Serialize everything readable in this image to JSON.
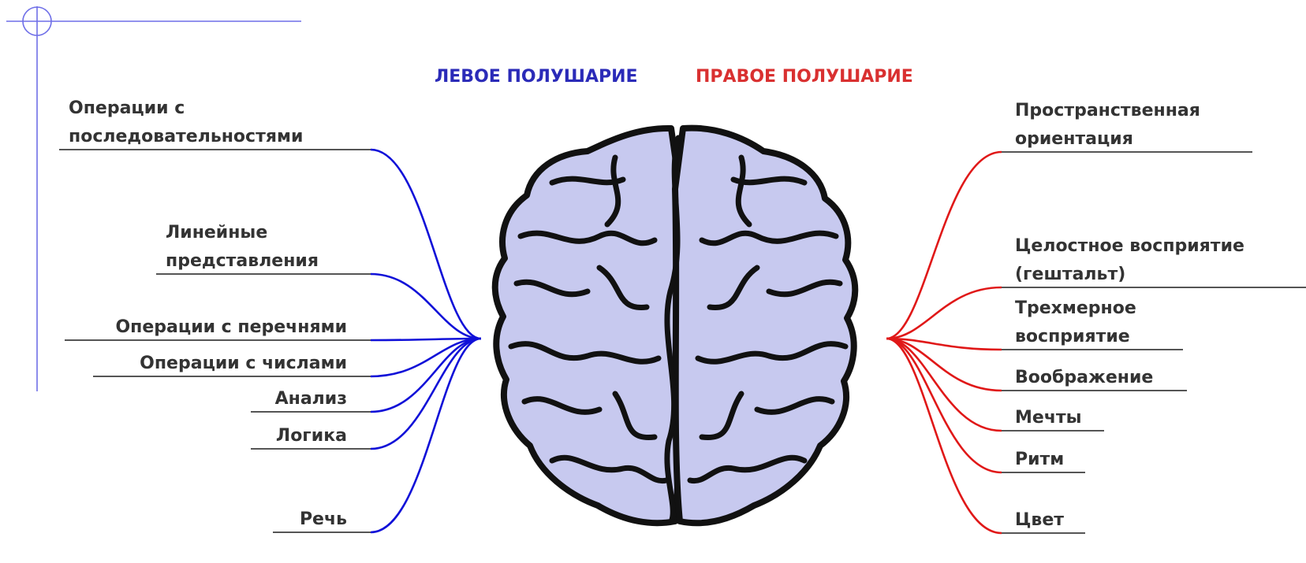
{
  "colors": {
    "left_hemisphere": "#2b2bb8",
    "right_hemisphere": "#d93030",
    "left_lines": "#1010d8",
    "right_lines": "#e01818",
    "brain_fill": "#c7c9ef",
    "brain_outline": "#111111",
    "frame_lines": "#6f6fe8",
    "label_text": "#333333"
  },
  "header": {
    "left_hemisphere": "ЛЕВОЕ ПОЛУШАРИЕ",
    "right_hemisphere": "ПРАВОЕ ПОЛУШАРИЕ"
  },
  "left_functions": [
    "Операции с\nпоследовательностями",
    "Линейные\nпредставления",
    "Операции с перечнями",
    "Операции с числами",
    "Анализ",
    "Логика",
    "Речь"
  ],
  "right_functions": [
    "Пространственная\nориентация",
    "Целостное восприятие\n(гештальт)",
    "Трехмерное\nвосприятие",
    "Воображение",
    "Мечты",
    "Ритм",
    "Цвет"
  ]
}
